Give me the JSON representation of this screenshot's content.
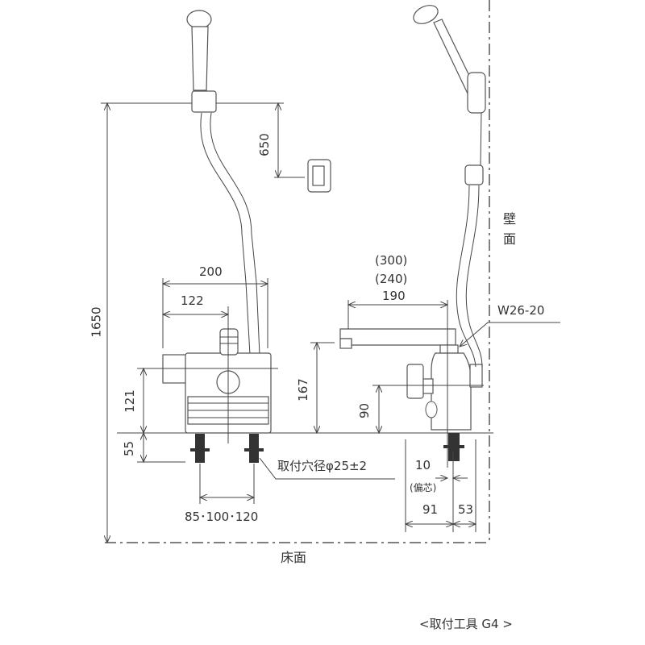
{
  "dimensions": {
    "total_height": "1650",
    "holder_gap": "650",
    "body_width": "200",
    "body_center": "122",
    "knob_height": "121",
    "shank_length": "55",
    "pitch": "85･100･120",
    "mount_hole": "取付穴径φ25±2",
    "spout_height": "167",
    "spout_reach_long": "(300)",
    "spout_reach_mid": "(240)",
    "spout_reach": "190",
    "inlet_height": "90",
    "connection": "W26-20",
    "offset": "10",
    "offset_label": "(偏芯)",
    "front_depth": "91",
    "rear_depth": "53"
  },
  "labels": {
    "wall_1": "壁",
    "wall_2": "面",
    "floor": "床面",
    "tool": "<取付工具 G4 >"
  }
}
